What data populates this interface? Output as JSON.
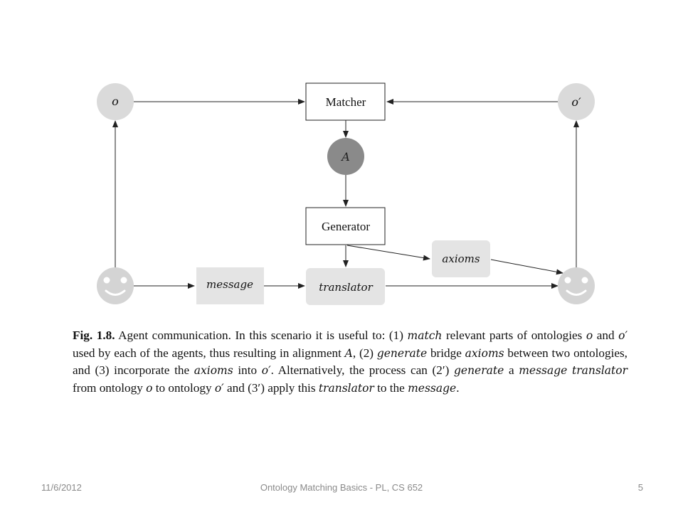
{
  "diagram": {
    "node_o": "o",
    "node_o_prime": "o′",
    "matcher": "Matcher",
    "alignment": "A",
    "generator": "Generator",
    "axioms": "axioms",
    "message": "message",
    "translator": "translator"
  },
  "caption": {
    "figure_label": "Fig. 1.8.",
    "s1": " Agent communication. In this scenario it is useful to: (1) ",
    "w_match": "match",
    "s2": " relevant parts of ontologies ",
    "w_o1": "o",
    "s3": " and ",
    "w_o2": "o′",
    "s4": " used by each of the agents, thus resulting in alignment ",
    "w_A": "A",
    "s5": ", (2) ",
    "w_generate1": "generate",
    "s6": " bridge ",
    "w_axioms1": "axioms",
    "s7": " between two ontologies, and (3) incorporate the ",
    "w_axioms2": "axioms",
    "s8": " into ",
    "w_o3": "o′",
    "s9": ". Alternatively, the process can (2′) ",
    "w_generate2": "generate",
    "s10": " a ",
    "w_message1": "message",
    "s11": " ",
    "w_translator1": "translator",
    "s12": " from ontology ",
    "w_o4": "o",
    "s13": " to ontology ",
    "w_o5": "o′",
    "s14": " and (3′) apply this ",
    "w_translator2": "translator",
    "s15": " to the ",
    "w_message2": "message",
    "s16": "."
  },
  "footer": {
    "date": "11/6/2012",
    "title": "Ontology Matching Basics - PL, CS 652",
    "page": "5"
  }
}
